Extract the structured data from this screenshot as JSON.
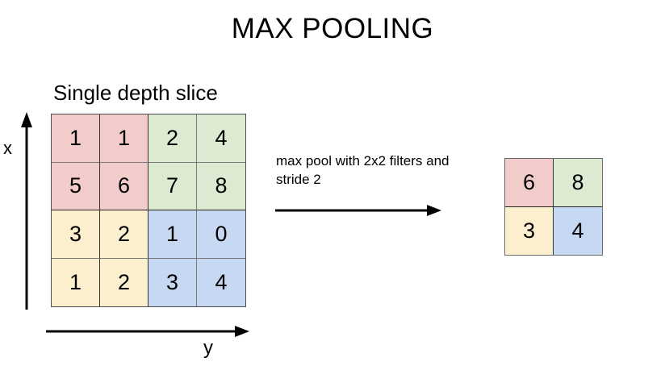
{
  "page": {
    "title": "MAX POOLING",
    "background_color": "#ffffff"
  },
  "diagram": {
    "slice_label": "Single depth slice",
    "annotation": "max pool with 2x2 filters and stride 2",
    "axes": {
      "vertical_label": "x",
      "horizontal_label": "y"
    },
    "colors": {
      "pink": "#f2cbcb",
      "green": "#dcead2",
      "yellow": "#fcefcd",
      "blue": "#c7d8f3",
      "grid_line": "#7a7a7a",
      "text": "#000000"
    },
    "input_grid": {
      "rows": 4,
      "cols": 4,
      "values": [
        [
          1,
          1,
          2,
          4
        ],
        [
          5,
          6,
          7,
          8
        ],
        [
          3,
          2,
          1,
          0
        ],
        [
          1,
          2,
          3,
          4
        ]
      ],
      "block_colors": [
        [
          "pink",
          "pink",
          "green",
          "green"
        ],
        [
          "pink",
          "pink",
          "green",
          "green"
        ],
        [
          "yellow",
          "yellow",
          "blue",
          "blue"
        ],
        [
          "yellow",
          "yellow",
          "blue",
          "blue"
        ]
      ]
    },
    "output_grid": {
      "rows": 2,
      "cols": 2,
      "values": [
        [
          6,
          8
        ],
        [
          3,
          4
        ]
      ],
      "block_colors": [
        [
          "pink",
          "green"
        ],
        [
          "yellow",
          "blue"
        ]
      ]
    }
  }
}
